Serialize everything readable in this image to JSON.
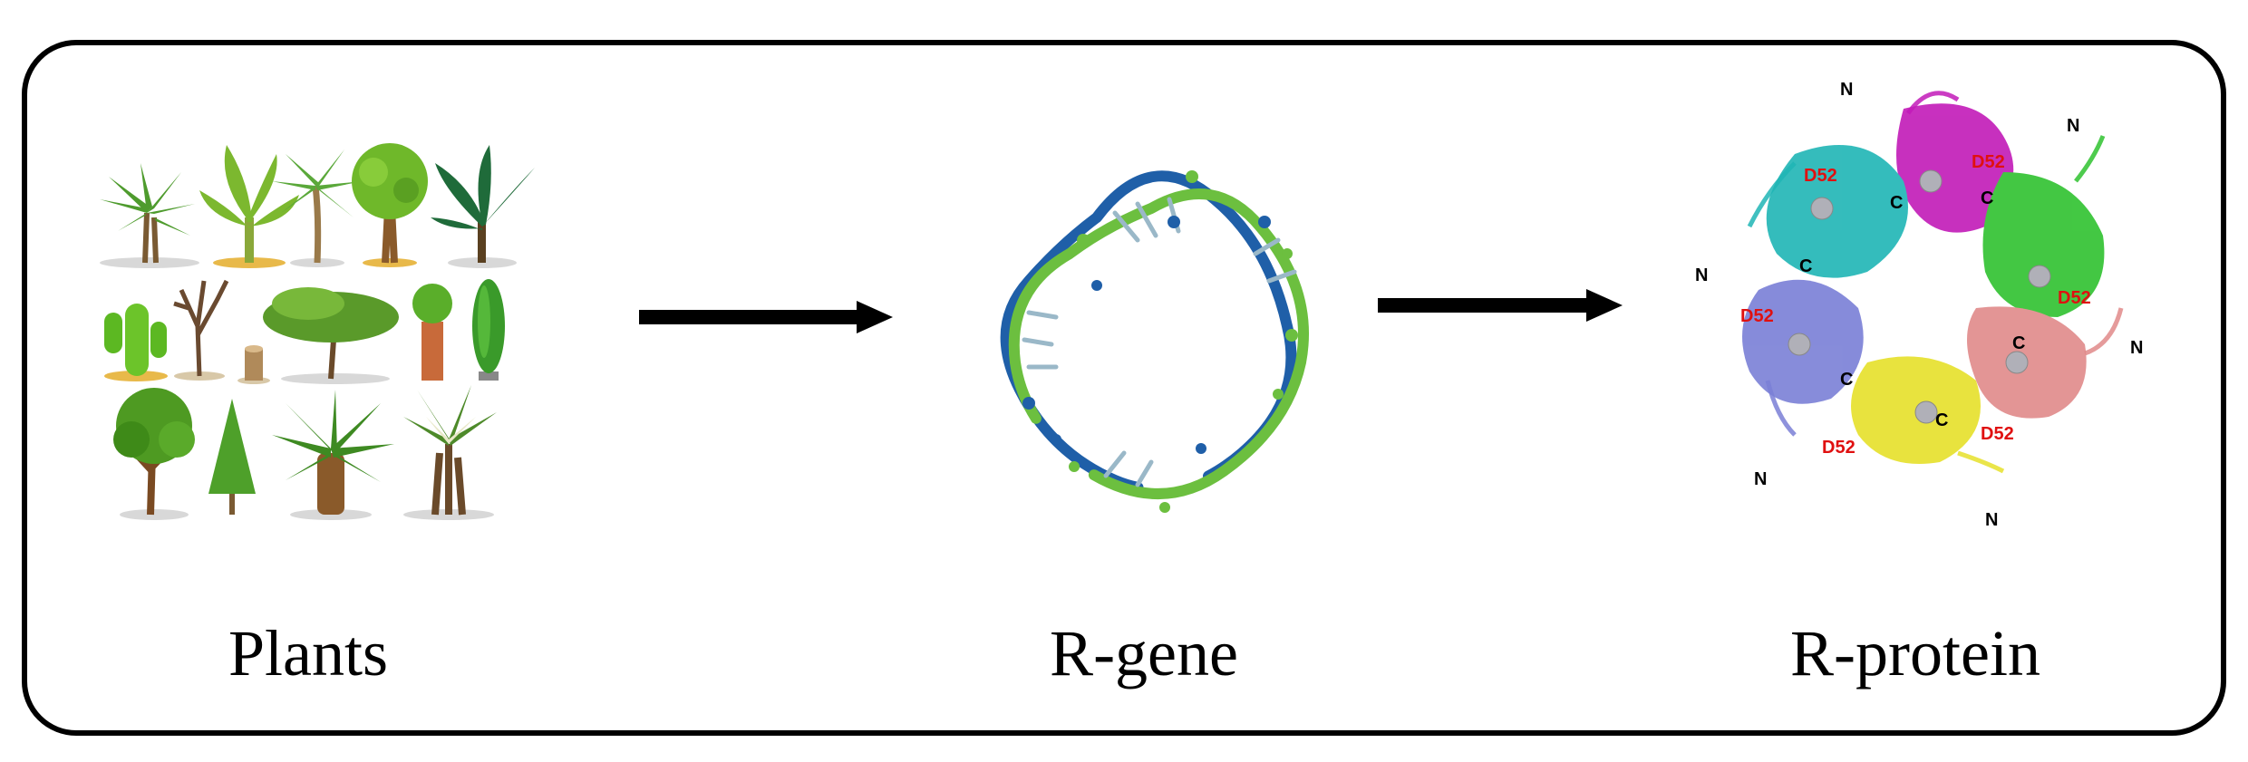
{
  "captions": {
    "plants": "Plants",
    "gene": "R-gene",
    "protein": "R-protein"
  },
  "protein_labels": {
    "n": "N",
    "c": "C",
    "d52": "D52"
  },
  "colors": {
    "stroke": "#000000",
    "helix_blue": "#1f5fa8",
    "helix_green": "#6cbf3f",
    "magenta": "#c21ab8",
    "cyan": "#1fb5b5",
    "green": "#2fc22f",
    "salmon": "#e08a8a",
    "yellow": "#e6e02a",
    "slate": "#7a7fd6",
    "d52_red": "#e01010"
  }
}
